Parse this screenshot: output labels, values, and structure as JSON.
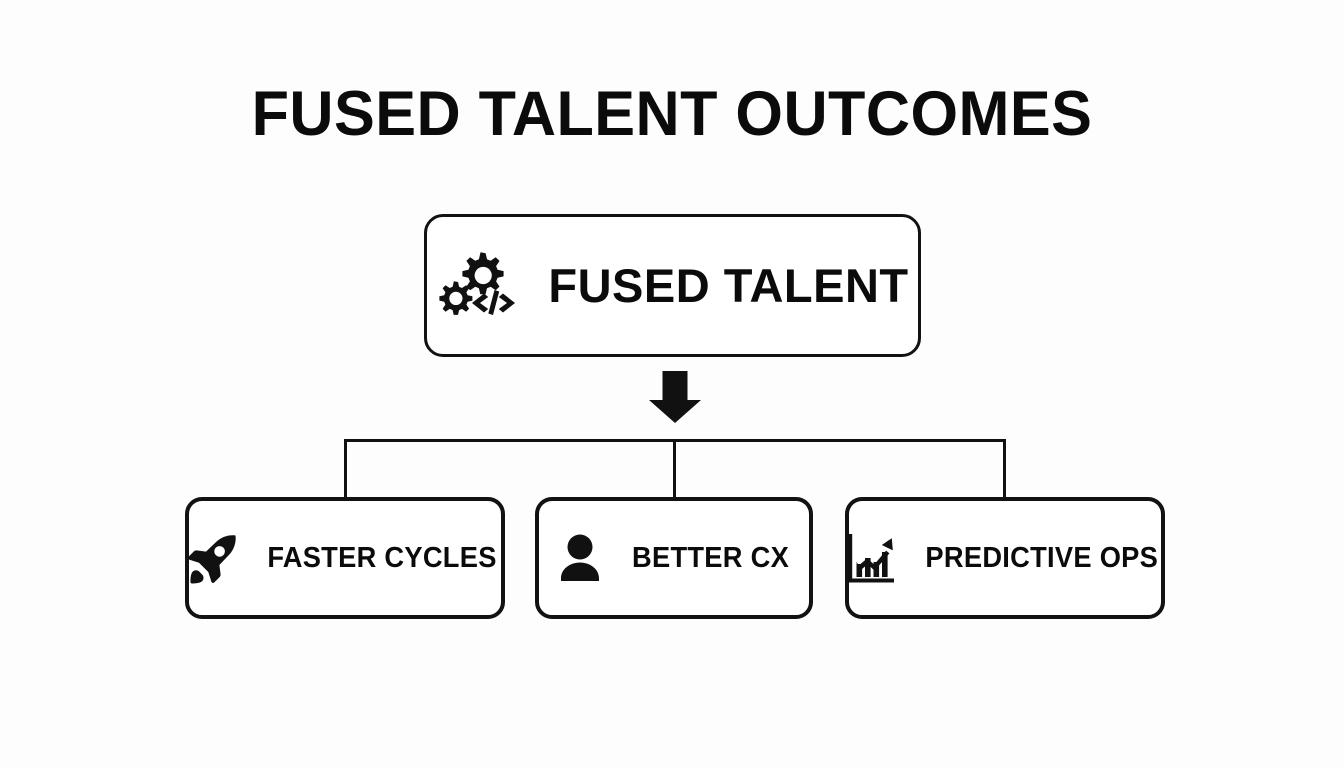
{
  "page": {
    "title": "FUSED TALENT OUTCOMES",
    "background_color": "#fdfdfd",
    "ink_color": "#111111"
  },
  "root_node": {
    "label": "FUSED TALENT",
    "icon": "gears-code-icon"
  },
  "connector": {
    "arrow": "down-arrow-icon",
    "branch_count": 3
  },
  "outcomes": [
    {
      "label": "FASTER CYCLES",
      "icon": "rocket-icon"
    },
    {
      "label": "BETTER CX",
      "icon": "person-icon"
    },
    {
      "label": "PREDICTIVE OPS",
      "icon": "bar-chart-up-icon"
    }
  ]
}
